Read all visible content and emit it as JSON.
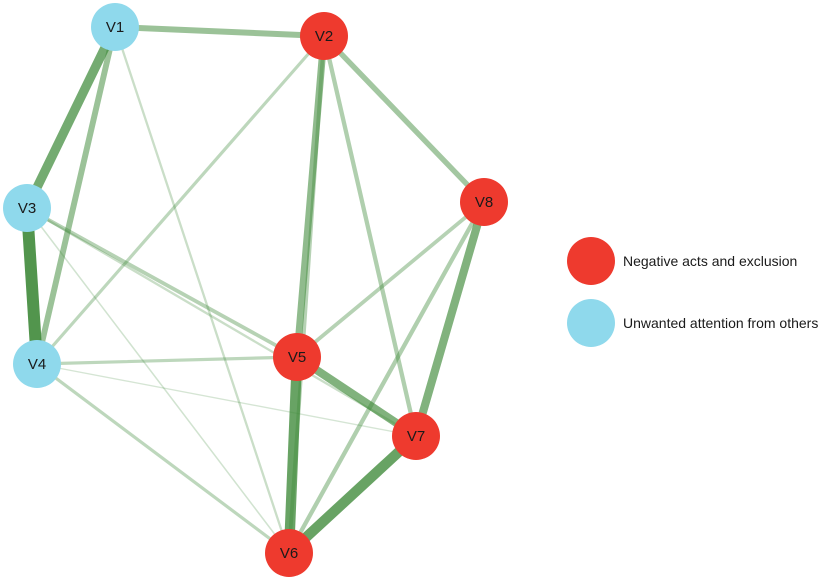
{
  "colors": {
    "group_negative": "#ee3a2e",
    "group_unwanted": "#8fd9ec",
    "edge": "#3f8a3a"
  },
  "nodes": [
    {
      "id": "V1",
      "label": "V1",
      "group": "unwanted"
    },
    {
      "id": "V2",
      "label": "V2",
      "group": "negative"
    },
    {
      "id": "V3",
      "label": "V3",
      "group": "unwanted"
    },
    {
      "id": "V4",
      "label": "V4",
      "group": "unwanted"
    },
    {
      "id": "V5",
      "label": "V5",
      "group": "negative"
    },
    {
      "id": "V6",
      "label": "V6",
      "group": "negative"
    },
    {
      "id": "V7",
      "label": "V7",
      "group": "negative"
    },
    {
      "id": "V8",
      "label": "V8",
      "group": "negative"
    }
  ],
  "edges": [
    {
      "from": "V1",
      "to": "V2",
      "weight": 0.45
    },
    {
      "from": "V1",
      "to": "V3",
      "weight": 0.75
    },
    {
      "from": "V1",
      "to": "V4",
      "weight": 0.45
    },
    {
      "from": "V1",
      "to": "V6",
      "weight": 0.12
    },
    {
      "from": "V2",
      "to": "V4",
      "weight": 0.2
    },
    {
      "from": "V2",
      "to": "V5",
      "weight": 0.55
    },
    {
      "from": "V2",
      "to": "V6",
      "weight": 0.25
    },
    {
      "from": "V2",
      "to": "V7",
      "weight": 0.3
    },
    {
      "from": "V2",
      "to": "V8",
      "weight": 0.4
    },
    {
      "from": "V3",
      "to": "V4",
      "weight": 1.0
    },
    {
      "from": "V3",
      "to": "V5",
      "weight": 0.25
    },
    {
      "from": "V3",
      "to": "V6",
      "weight": 0.05
    },
    {
      "from": "V3",
      "to": "V7",
      "weight": 0.12
    },
    {
      "from": "V4",
      "to": "V5",
      "weight": 0.2
    },
    {
      "from": "V4",
      "to": "V6",
      "weight": 0.2
    },
    {
      "from": "V4",
      "to": "V7",
      "weight": 0.03
    },
    {
      "from": "V5",
      "to": "V6",
      "weight": 0.85
    },
    {
      "from": "V5",
      "to": "V7",
      "weight": 0.65
    },
    {
      "from": "V5",
      "to": "V8",
      "weight": 0.25
    },
    {
      "from": "V6",
      "to": "V7",
      "weight": 0.85
    },
    {
      "from": "V6",
      "to": "V8",
      "weight": 0.3
    },
    {
      "from": "V7",
      "to": "V8",
      "weight": 0.65
    }
  ],
  "legend": [
    {
      "group": "negative",
      "label": "Negative acts and exclusion"
    },
    {
      "group": "unwanted",
      "label": "Unwanted attention from others"
    }
  ]
}
